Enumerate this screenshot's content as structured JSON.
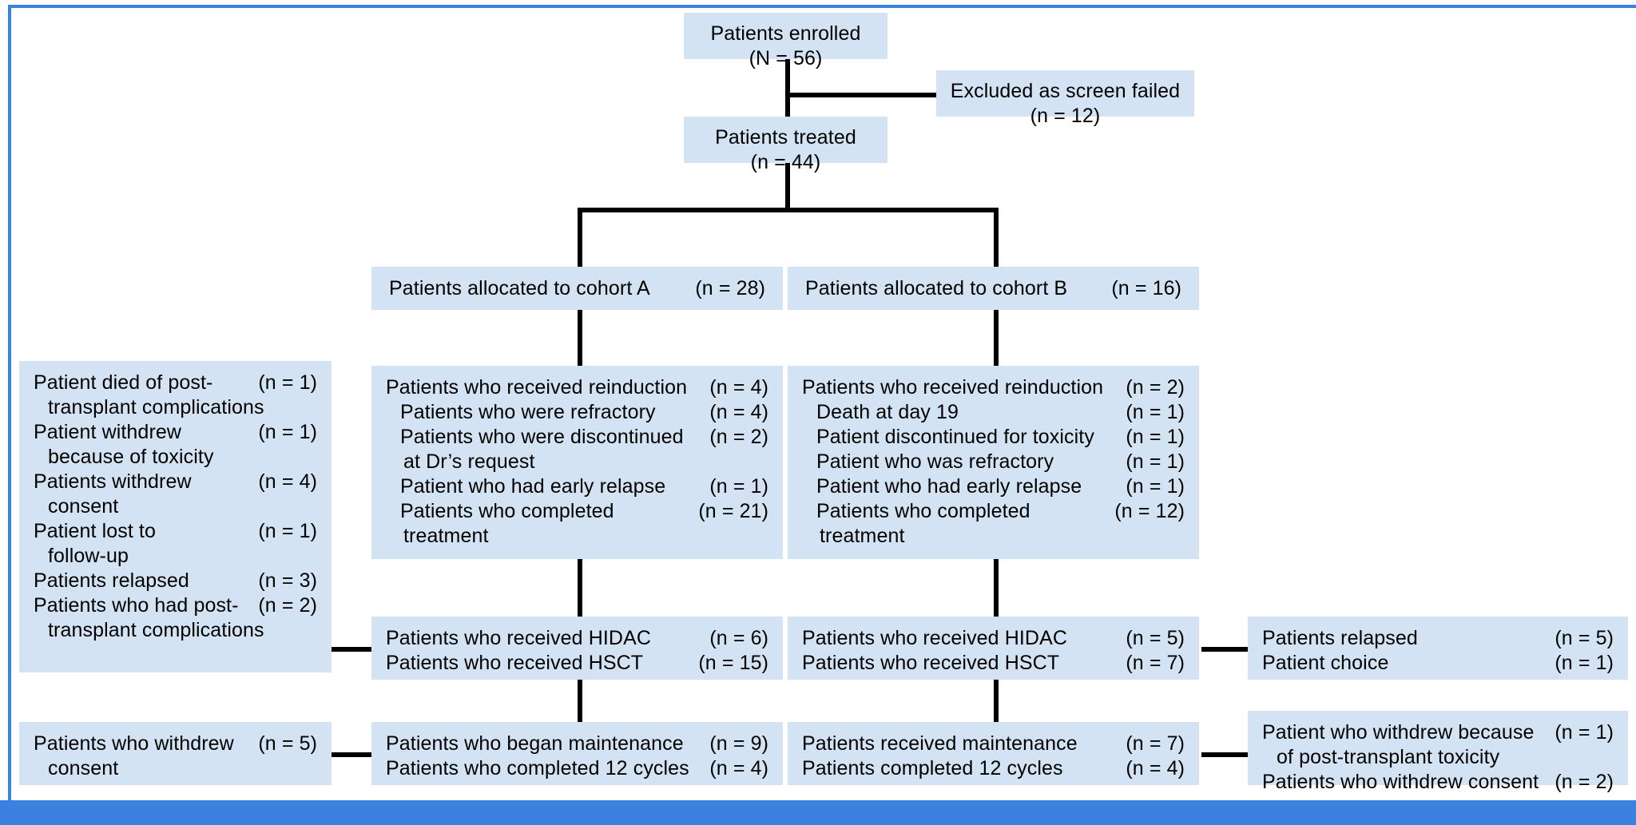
{
  "theme": {
    "frame_color": "#3b82e0",
    "box_fill": "#d3e3f3",
    "line_color": "#000000",
    "text_color": "#000000"
  },
  "nodes": {
    "enrolled": {
      "line1": "Patients enrolled",
      "line2": "(N = 56)"
    },
    "excluded": {
      "line1": "Excluded as screen failed",
      "line2": "(n = 12)"
    },
    "treated": {
      "line1": "Patients treated",
      "line2": "(n = 44)"
    },
    "cohort_a": {
      "label": "Patients allocated to cohort A",
      "count": "(n = 28)"
    },
    "cohort_b": {
      "label": "Patients allocated to cohort B",
      "count": "(n = 16)"
    }
  },
  "cohort_a_reinduction": {
    "rows": [
      {
        "label": "Patients who received reinduction",
        "count": "(n = 4)",
        "indent": 0
      },
      {
        "label": "Patients who were refractory",
        "count": "(n = 4)",
        "indent": 1
      },
      {
        "label": "Patients who were discontinued",
        "count": "(n = 2)",
        "indent": 1,
        "cont": "at Dr’s request"
      },
      {
        "label": "Patient who had early relapse",
        "count": "(n = 1)",
        "indent": 1
      },
      {
        "label": "Patients who completed",
        "count": "(n = 21)",
        "indent": 1,
        "cont": "treatment"
      }
    ]
  },
  "cohort_b_reinduction": {
    "rows": [
      {
        "label": "Patients who received reinduction",
        "count": "(n = 2)",
        "indent": 0
      },
      {
        "label": "Death at day 19",
        "count": "(n = 1)",
        "indent": 1
      },
      {
        "label": "Patient discontinued for toxicity",
        "count": "(n = 1)",
        "indent": 1
      },
      {
        "label": "Patient who was refractory",
        "count": "(n = 1)",
        "indent": 1
      },
      {
        "label": "Patient who had early relapse",
        "count": "(n = 1)",
        "indent": 1
      },
      {
        "label": "Patients who completed",
        "count": "(n = 12)",
        "indent": 1,
        "cont": "treatment"
      }
    ]
  },
  "cohort_a_dropout": {
    "rows": [
      {
        "label": "Patient died of post-",
        "count": "(n = 1)",
        "indent": 0,
        "cont": "transplant complications"
      },
      {
        "label": "Patient withdrew",
        "count": "(n = 1)",
        "indent": 0,
        "cont": "because of toxicity"
      },
      {
        "label": "Patients withdrew",
        "count": "(n = 4)",
        "indent": 0,
        "cont": "consent"
      },
      {
        "label": "Patient lost to",
        "count": "(n = 1)",
        "indent": 0,
        "cont": "follow-up"
      },
      {
        "label": "Patients relapsed",
        "count": "(n = 3)",
        "indent": 0
      },
      {
        "label": "Patients who had post-",
        "count": "(n = 2)",
        "indent": 0,
        "cont": "transplant complications"
      }
    ]
  },
  "cohort_a_consolidation": {
    "rows": [
      {
        "label": "Patients who received HIDAC",
        "count": "(n = 6)",
        "indent": 0
      },
      {
        "label": "Patients who received HSCT",
        "count": "(n = 15)",
        "indent": 0
      }
    ]
  },
  "cohort_b_consolidation": {
    "rows": [
      {
        "label": "Patients who received HIDAC",
        "count": "(n = 5)",
        "indent": 0
      },
      {
        "label": "Patients who received HSCT",
        "count": "(n = 7)",
        "indent": 0
      }
    ]
  },
  "cohort_b_consolidation_dropout": {
    "rows": [
      {
        "label": "Patients relapsed",
        "count": "(n = 5)",
        "indent": 0
      },
      {
        "label": "Patient choice",
        "count": "(n = 1)",
        "indent": 0
      }
    ]
  },
  "cohort_a_maintenance_dropout": {
    "rows": [
      {
        "label": "Patients who withdrew",
        "count": "(n = 5)",
        "indent": 0,
        "cont": "consent"
      }
    ]
  },
  "cohort_a_maintenance": {
    "rows": [
      {
        "label": "Patients who began maintenance",
        "count": "(n = 9)",
        "indent": 0
      },
      {
        "label": "Patients who completed 12 cycles",
        "count": "(n = 4)",
        "indent": 0
      }
    ]
  },
  "cohort_b_maintenance": {
    "rows": [
      {
        "label": "Patients received maintenance",
        "count": "(n = 7)",
        "indent": 0
      },
      {
        "label": "Patients completed 12 cycles",
        "count": "(n = 4)",
        "indent": 0
      }
    ]
  },
  "cohort_b_maintenance_dropout": {
    "rows": [
      {
        "label": "Patient who withdrew because",
        "count": "(n = 1)",
        "indent": 0,
        "cont": "of post-transplant toxicity"
      },
      {
        "label": "Patients who withdrew consent",
        "count": "(n = 2)",
        "indent": 0
      }
    ]
  }
}
